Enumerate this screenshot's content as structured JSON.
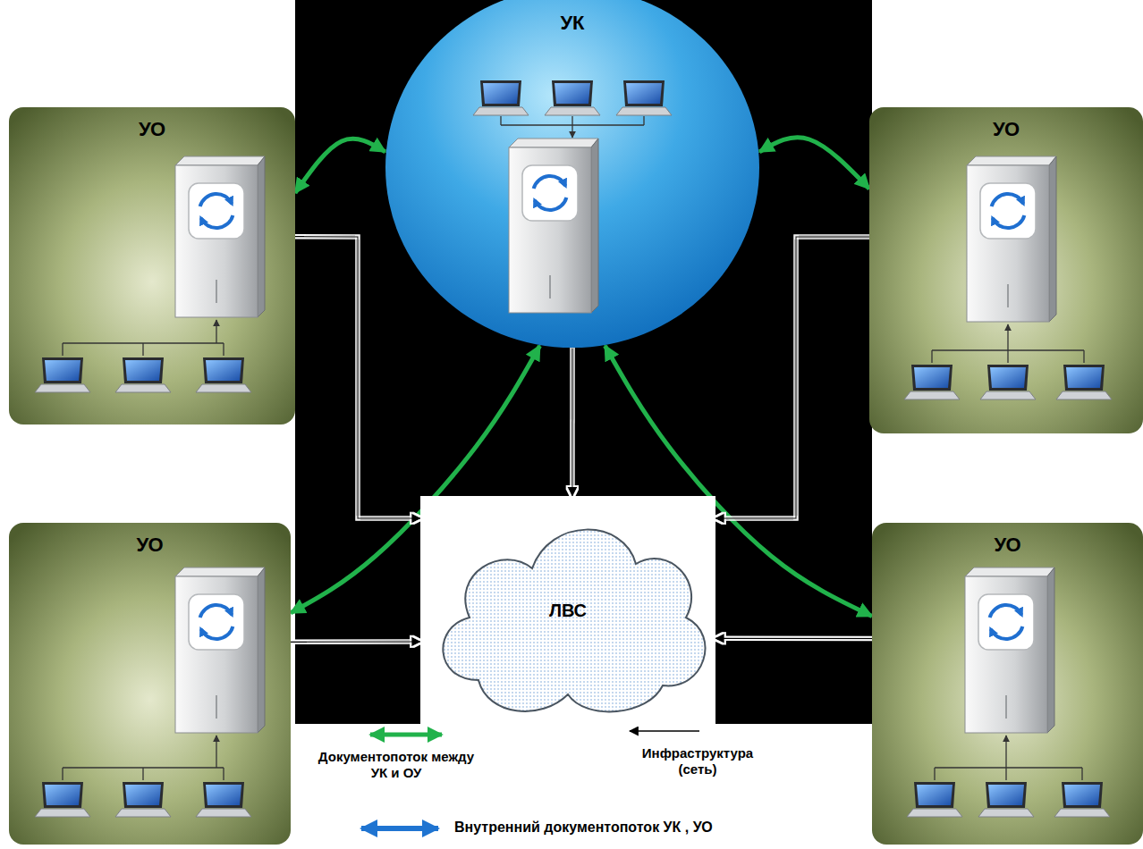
{
  "diagram": {
    "nodes": [
      {
        "text": [
          "УК"
        ]
      },
      {
        "text": [
          "УО"
        ]
      },
      {
        "text": [
          "УО"
        ]
      },
      {
        "text": [
          "УО"
        ]
      },
      {
        "text": [
          "УО"
        ]
      },
      {
        "text": [
          "ЛВС"
        ]
      }
    ],
    "edges": [
      {
        "from": 0,
        "to": 1,
        "arrow": "both"
      },
      {
        "from": 0,
        "to": 2,
        "arrow": "both"
      },
      {
        "from": 0,
        "to": 3,
        "arrow": "both"
      },
      {
        "from": 0,
        "to": 4,
        "arrow": "both"
      },
      {
        "from": 0,
        "to": 5,
        "arrow": "to"
      },
      {
        "from": 1,
        "to": 5,
        "arrow": "to"
      },
      {
        "from": 2,
        "to": 5,
        "arrow": "to"
      },
      {
        "from": 3,
        "to": 5,
        "arrow": "to"
      },
      {
        "from": 4,
        "to": 5,
        "arrow": "to"
      }
    ],
    "legend": [
      {
        "text": "Документопоток между УК и ОУ"
      },
      {
        "text": "Инфраструктура (сеть)"
      },
      {
        "text": "Внутренний документопоток УК , УО"
      }
    ]
  }
}
